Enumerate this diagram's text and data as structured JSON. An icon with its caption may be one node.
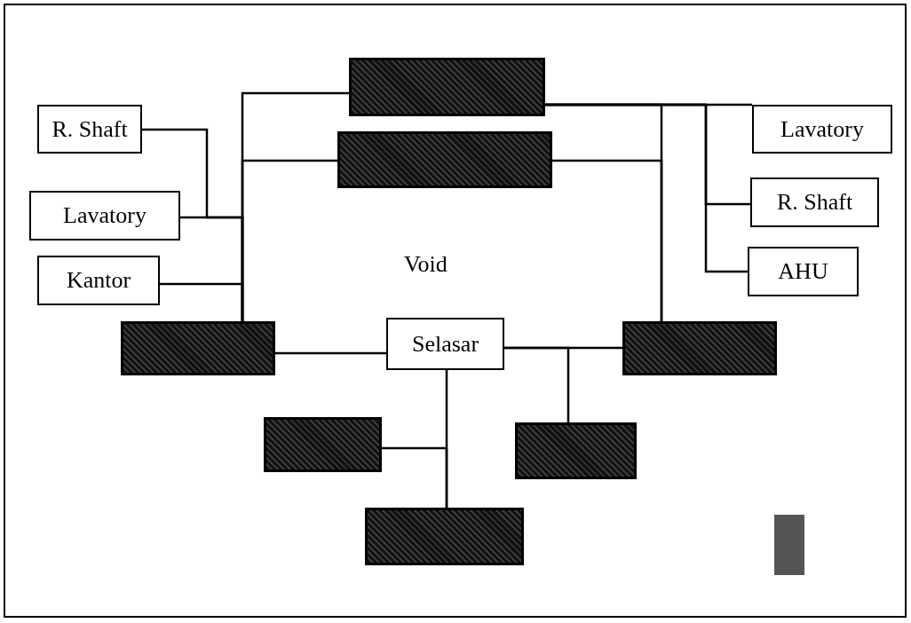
{
  "diagram": {
    "nodes": [
      {
        "text": [],
        "shape": "box"
      },
      {
        "text": [],
        "shape": "box"
      },
      {
        "text": [
          "R. Shaft"
        ]
      },
      {
        "text": [
          "Lavatory"
        ]
      },
      {
        "text": [
          "Kantor"
        ]
      },
      {
        "text": [
          "Lavatory"
        ]
      },
      {
        "text": [
          "R. Shaft"
        ]
      },
      {
        "text": [
          "AHU"
        ]
      },
      {
        "text": [],
        "shape": "box"
      },
      {
        "text": [
          "Selasar"
        ]
      },
      {
        "text": [],
        "shape": "box"
      },
      {
        "text": [],
        "shape": "box"
      },
      {
        "text": [],
        "shape": "box"
      },
      {
        "text": [],
        "shape": "box"
      }
    ],
    "edges": [
      {
        "from": 8,
        "to": 0,
        "arrow": "none"
      },
      {
        "from": 8,
        "to": 1,
        "arrow": "none"
      },
      {
        "from": 2,
        "to": 8,
        "arrow": "none"
      },
      {
        "from": 3,
        "to": 8,
        "arrow": "none"
      },
      {
        "from": 4,
        "to": 8,
        "arrow": "none"
      },
      {
        "from": 0,
        "to": 10,
        "arrow": "none"
      },
      {
        "from": 1,
        "to": 10,
        "arrow": "none"
      },
      {
        "from": 0,
        "to": 5,
        "arrow": "none"
      },
      {
        "from": 0,
        "to": 6,
        "arrow": "none"
      },
      {
        "from": 0,
        "to": 7,
        "arrow": "none"
      },
      {
        "from": 8,
        "to": 9,
        "arrow": "none"
      },
      {
        "from": 9,
        "to": 10,
        "arrow": "none"
      },
      {
        "from": 9,
        "to": 12,
        "arrow": "none"
      },
      {
        "from": 9,
        "to": 13,
        "arrow": "none"
      },
      {
        "from": 11,
        "to": 13,
        "arrow": "none"
      }
    ],
    "labels": [
      "Void"
    ]
  }
}
